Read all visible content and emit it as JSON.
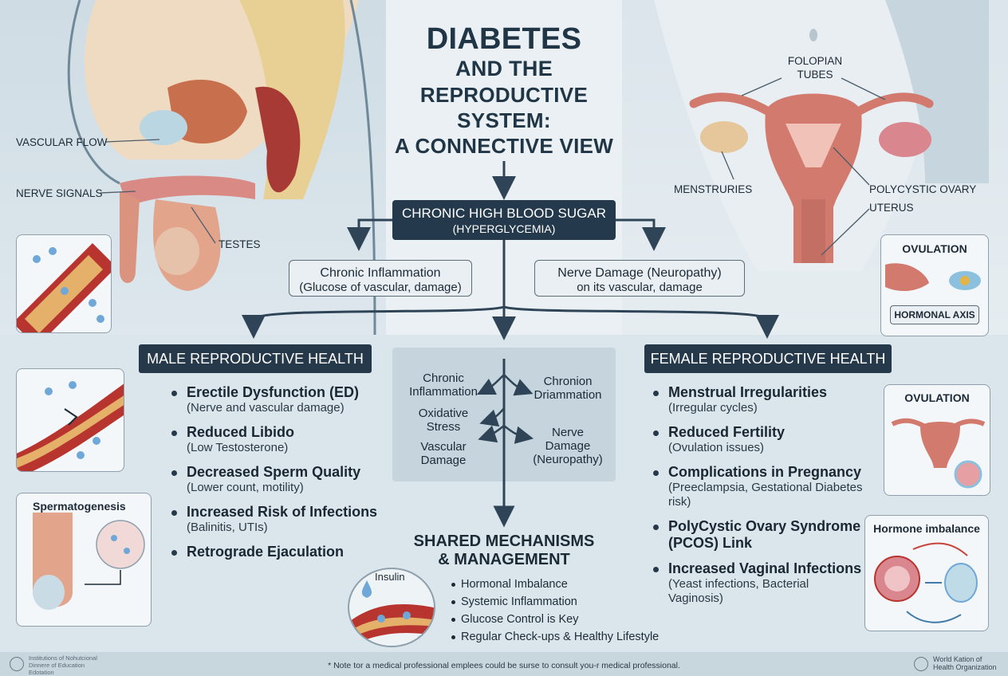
{
  "title": {
    "line1": "DIABETES",
    "line2": "AND THE",
    "line3": "REPRODUCTIVE",
    "line4": "SYSTEM:",
    "line5": "A CONNECTIVE VIEW"
  },
  "center": {
    "line1": "CHRONIC HIGH BLOOD SUGAR",
    "line2": "(HYPERGLYCEMIA)"
  },
  "branches": {
    "left": {
      "line1": "Chronic Inflammation",
      "line2": "(Glucose of vascular, damage)"
    },
    "right": {
      "line1": "Nerve Damage (Neuropathy)",
      "line2": "on its vascular, damage"
    }
  },
  "male_anatomy_labels": {
    "vascular": "VASCULAR FLOW",
    "nerve": "NERVE SIGNALS",
    "testes": "TESTES"
  },
  "female_anatomy_labels": {
    "tubes_1": "FOLOPIAN",
    "tubes_2": "TUBES",
    "menstruries": "MENSTRURIES",
    "pcos": "POLYCYSTIC OVARY",
    "uterus": "UTERUS"
  },
  "cards": {
    "ovulation_top": "OVULATION",
    "hormonal_axis": "HORMONAL AXIS",
    "spermatogenesis": "Spermatogenesis",
    "ovulation_bottom": "OVULATION",
    "hormone_imbalance": "Hormone imbalance",
    "insulin": "Insulin"
  },
  "male": {
    "heading": "MALE REPRODUCTIVE HEALTH",
    "items": [
      {
        "title": "Erectile Dysfunction (ED)",
        "sub": "(Nerve and vascular damage)"
      },
      {
        "title": "Reduced Libido",
        "sub": "(Low Testosterone)"
      },
      {
        "title": "Decreased Sperm Quality",
        "sub": "(Lower count, motility)"
      },
      {
        "title": "Increased Risk of Infections",
        "sub": "(Balinitis, UTIs)"
      },
      {
        "title": "Retrograde Ejaculation",
        "sub": ""
      }
    ]
  },
  "female": {
    "heading": "FEMALE REPRODUCTIVE HEALTH",
    "items": [
      {
        "title": "Menstrual Irregularities",
        "sub": "(Irregular cycles)"
      },
      {
        "title": "Reduced Fertility",
        "sub": "(Ovulation issues)"
      },
      {
        "title": "Complications in Pregnancy",
        "sub": "(Preeclampsia, Gestational Diabetes risk)"
      },
      {
        "title": "PolyCystic Ovary Syndrome (PCOS) Link",
        "sub": ""
      },
      {
        "title": "Increased Vaginal Infections",
        "sub": "(Yeast infections, Bacterial Vaginosis)"
      }
    ]
  },
  "mechanisms": {
    "l1a": "Chronic",
    "l1b": "Inflammation",
    "l2a": "Oxidative",
    "l2b": "Stress",
    "l3a": "Vascular",
    "l3b": "Damage",
    "r1a": "Chronion",
    "r1b": "Driammation",
    "r2a": "Nerve",
    "r2b": "Damage",
    "r2c": "(Neuropathy)"
  },
  "shared": {
    "title1": "SHARED MECHANISMS",
    "title2": "& MANAGEMENT",
    "items": [
      "Hormonal Imbalance",
      "Systemic Inflammation",
      "Glucose Control is Key",
      "Regular Check-ups & Healthy Lifestyle"
    ]
  },
  "footer": {
    "note": "* Note tor a medical professional emplees could be surse to consult you-r medical professional.",
    "org_left_1": "Institutions of Nohutcional",
    "org_left_2": "Dinnere of Education",
    "org_left_3": "Edotation",
    "org_right_1": "World Kation of",
    "org_right_2": "Health Organization"
  },
  "colors": {
    "navy": "#24394b",
    "artery": "#b8342f",
    "flesh": "#e2a58c",
    "uterus": "#d27a6e",
    "panel": "#c5d4dd"
  }
}
